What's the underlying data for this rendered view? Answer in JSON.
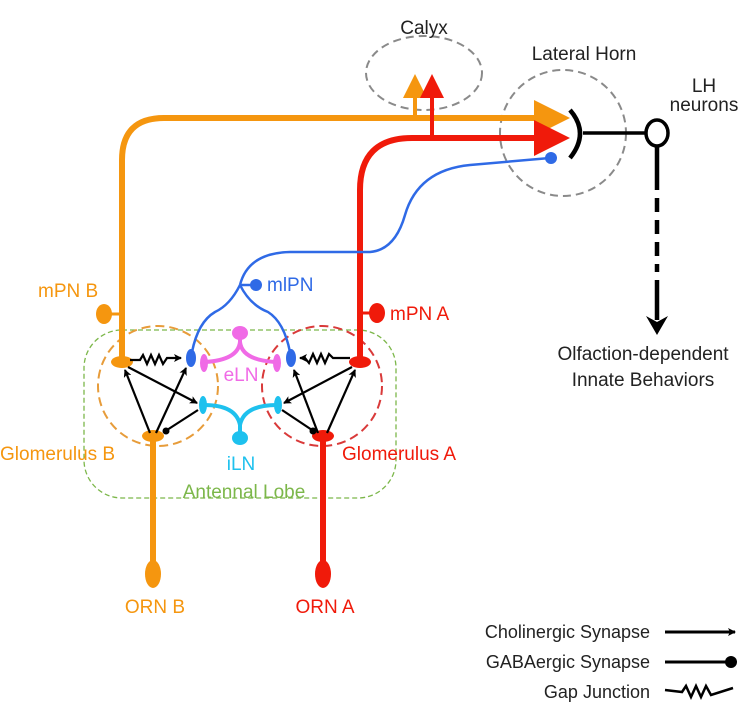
{
  "colors": {
    "orange": "#f5960f",
    "red": "#f01a0a",
    "blue": "#2f6ae6",
    "magenta": "#f06ae6",
    "cyan": "#1ec1ee",
    "green": "#7cb74a",
    "glom_b": "#e79c3a",
    "glom_a": "#d93a3a",
    "gray": "#8a8a8a",
    "black": "#000000",
    "text_dark": "#222222"
  },
  "regions": {
    "calyx": "Calyx",
    "lateral_horn": "Lateral Horn",
    "antennal_lobe": "Antennal Lobe",
    "glomerulus_a": "Glomerulus A",
    "glomerulus_b": "Glomerulus B"
  },
  "neurons": {
    "lh_neurons_line1": "LH",
    "lh_neurons_line2": "neurons",
    "mpn_a": "mPN A",
    "mpn_b": "mPN B",
    "mlpn": "mlPN",
    "eln": "eLN",
    "iln": "iLN",
    "orn_a": "ORN A",
    "orn_b": "ORN B"
  },
  "output": {
    "line1": "Olfaction-dependent",
    "line2": "Innate Behaviors"
  },
  "legend": {
    "items": [
      {
        "label": "Cholinergic Synapse",
        "symbol": "arrow"
      },
      {
        "label": "GABAergic Synapse",
        "symbol": "dot"
      },
      {
        "label": "Gap Junction",
        "symbol": "zigzag"
      }
    ]
  }
}
